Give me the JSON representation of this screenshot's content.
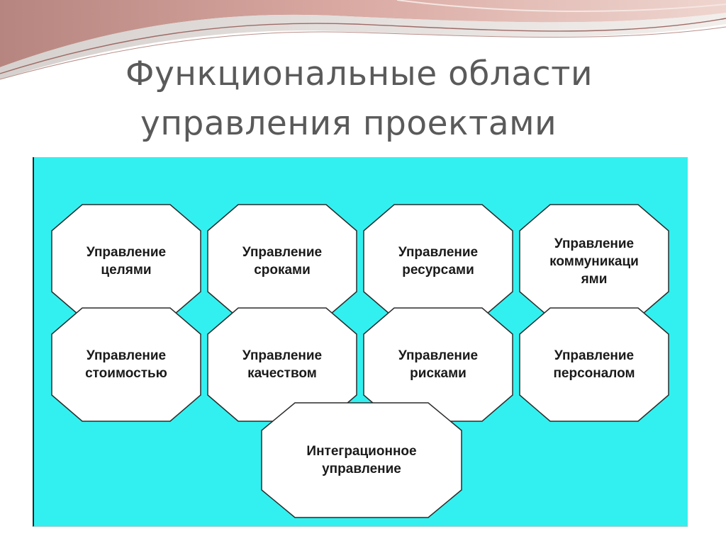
{
  "slide": {
    "title_line_1": "Функциональные области",
    "title_line_2": "управления проектами"
  },
  "colors": {
    "panel_background": "#33f0f0",
    "octagon_fill": "#ffffff",
    "octagon_stroke": "#2b2b2b",
    "title_text": "#5a5a5a",
    "banner_accent": "#c98a86"
  },
  "diagram": {
    "areas": [
      {
        "line1": "Управление",
        "line2": "целями",
        "line3": ""
      },
      {
        "line1": "Управление",
        "line2": "сроками",
        "line3": ""
      },
      {
        "line1": "Управление",
        "line2": "ресурсами",
        "line3": ""
      },
      {
        "line1": "Управление",
        "line2": "коммуникаци",
        "line3": "ями"
      },
      {
        "line1": "Управление",
        "line2": "стоимостью",
        "line3": ""
      },
      {
        "line1": "Управление",
        "line2": "качеством",
        "line3": ""
      },
      {
        "line1": "Управление",
        "line2": "рисками",
        "line3": ""
      },
      {
        "line1": "Управление",
        "line2": "персоналом",
        "line3": ""
      },
      {
        "line1": "Интеграционное",
        "line2": "управление",
        "line3": ""
      }
    ]
  }
}
